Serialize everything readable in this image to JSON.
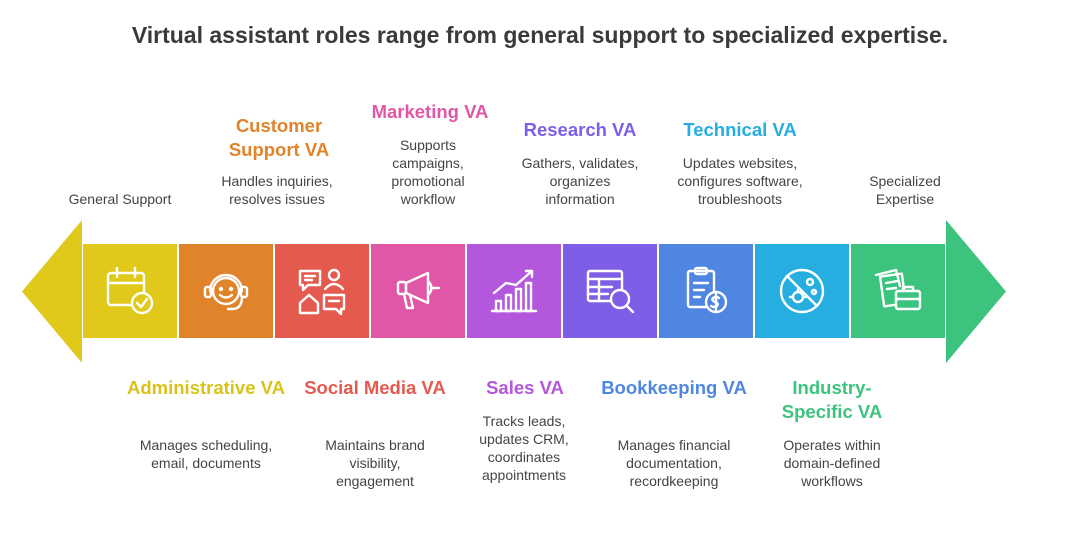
{
  "title": "Virtual assistant roles range from general support to specialized expertise.",
  "ends": {
    "left_label": "General Support",
    "right_label": "Specialized Expertise",
    "left_color": "#e0c91a",
    "right_color": "#3cc47e"
  },
  "roles": [
    {
      "title": "Administrative VA",
      "desc": "Manages scheduling, email, documents",
      "color": "#e0c91a",
      "title_color": "#d9c21a",
      "icon": "calendar-check-icon"
    },
    {
      "title": "Customer Support VA",
      "desc": "Handles inquiries, resolves issues",
      "color": "#e0842c",
      "title_color": "#e0842c",
      "icon": "headset-agent-icon"
    },
    {
      "title": "Social Media VA",
      "desc": "Maintains brand visibility, engagement",
      "color": "#e45a4e",
      "title_color": "#e45a4e",
      "icon": "social-chat-icon"
    },
    {
      "title": "Marketing VA",
      "desc": "Supports campaigns, promotional workflow",
      "color": "#df57a6",
      "title_color": "#df57a6",
      "icon": "megaphone-icon"
    },
    {
      "title": "Sales VA",
      "desc": "Tracks leads, updates CRM, coordinates appointments",
      "color": "#b357dc",
      "title_color": "#b357dc",
      "icon": "growth-chart-icon"
    },
    {
      "title": "Research VA",
      "desc": "Gathers, validates, organizes information",
      "color": "#7e5ee6",
      "title_color": "#7e5ee6",
      "icon": "table-search-icon"
    },
    {
      "title": "Bookkeeping VA",
      "desc": "Manages financial documentation, recordkeeping",
      "color": "#4f86e2",
      "title_color": "#4f86e2",
      "icon": "invoice-dollar-icon"
    },
    {
      "title": "Technical VA",
      "desc": "Updates websites, configures software, troubleshoots",
      "color": "#26aee0",
      "title_color": "#26aee0",
      "icon": "tech-gear-icon"
    },
    {
      "title": "Industry-Specific VA",
      "desc": "Operates within domain-defined workflows",
      "color": "#3cc47e",
      "title_color": "#3cc47e",
      "icon": "briefcase-documents-icon"
    }
  ]
}
